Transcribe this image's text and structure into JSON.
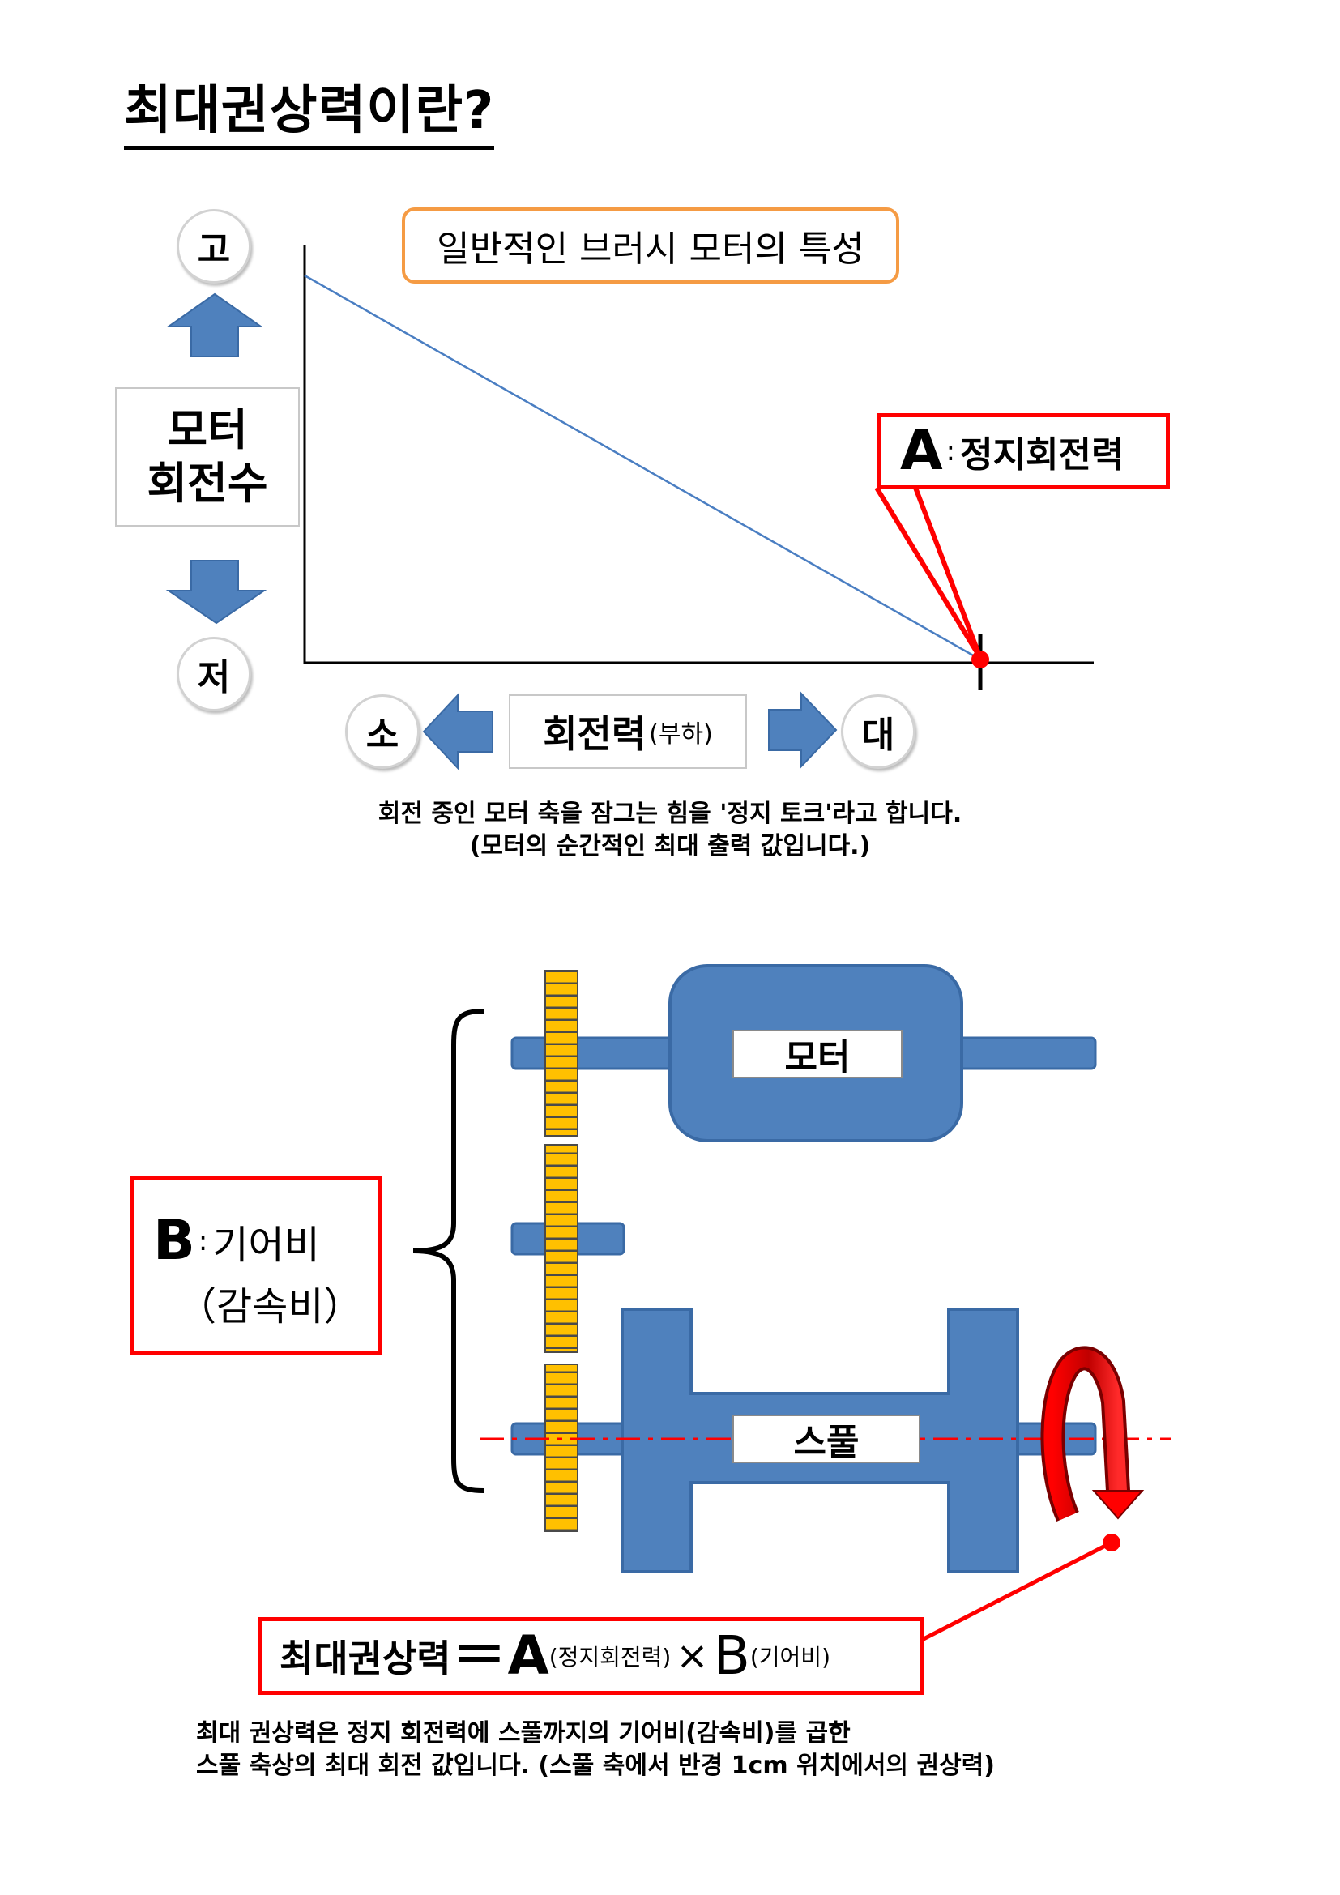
{
  "title": "최대권상력이란?",
  "chart_section": {
    "caption": "일반적인 브러시 모터의 특성",
    "y_high": "고",
    "y_low": "저",
    "y_label_line1": "모터",
    "y_label_line2": "회전수",
    "x_small": "소",
    "x_large": "대",
    "x_label_main": "회전력",
    "x_label_sub": "(부하)",
    "callout_letter": "A",
    "callout_colon": ":",
    "callout_text": "정지회전력",
    "note_line1": "회전 중인 모터 축을 잠그는 힘을 '정지 토크'라고 합니다.",
    "note_line2": "(모터의 순간적인 최대 출력 값입니다.)"
  },
  "gear_section": {
    "motor_label": "모터",
    "spool_label": "스풀",
    "callout_letter": "B",
    "callout_colon": ":",
    "callout_text": "기어비",
    "callout_text2": "（감속비）"
  },
  "formula": {
    "term": "최대권상력",
    "equals": "＝",
    "a_letter": "A",
    "a_sub": "(정지회전력)",
    "times": "×",
    "b_letter": "B",
    "b_sub": "(기어비)"
  },
  "bottom_note": {
    "line1": "최대 권상력은 정지 회전력에 스풀까지의 기어비(감속비)를 곱한",
    "line2": "스풀 축상의 최대 회전 값입니다. (스풀 축에서 반경 1cm 위치에서의 권상력)"
  },
  "colors": {
    "blue": "#4f81bd",
    "blue_dark": "#3a6aa5",
    "gear_yellow": "#ffc000",
    "red": "#ff0000",
    "orange": "#f59b44",
    "line_blue": "#4a7ec2"
  },
  "chart_data": {
    "type": "line",
    "title": "일반적인 브러시 모터의 특성",
    "xlabel": "회전력(부하)",
    "ylabel": "모터 회전수",
    "series": [
      {
        "x": [
          0,
          1
        ],
        "y": [
          1,
          0
        ]
      }
    ],
    "xlim": [
      0,
      1
    ],
    "ylim": [
      0,
      1
    ],
    "annotations": [
      {
        "label": "A: 정지회전력",
        "x": 1,
        "y": 0
      }
    ],
    "grid": false
  }
}
